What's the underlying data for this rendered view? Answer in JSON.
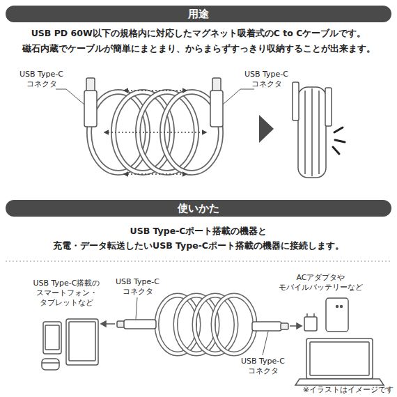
{
  "diagram": {
    "nodes": [
      {
        "text": [
          "用途"
        ]
      },
      {
        "text": [
          "使いかた"
        ]
      }
    ],
    "labels": [
      "USB PD 60W以下の規格内に対応したマグネット吸着式のC to Cケーブルです。",
      "磁石内蔵でケーブルが簡単にまとまり、からまらずすっきり収納することが出来ます。",
      "USB Type-C コネクタ",
      "USB Type-C コネクタ",
      "USB Type-Cポート搭載の機器と",
      "充電・データ転送したいUSB Type-Cポート搭載の機器に接続します。",
      "USB Type-C搭載の スマートフォン・ タブレットなど",
      "USB Type-C コネクタ",
      "ACアダプタや モバイルバッテリーなど",
      "USB Type-C コネクタ",
      "※イラストはイメージです"
    ]
  }
}
